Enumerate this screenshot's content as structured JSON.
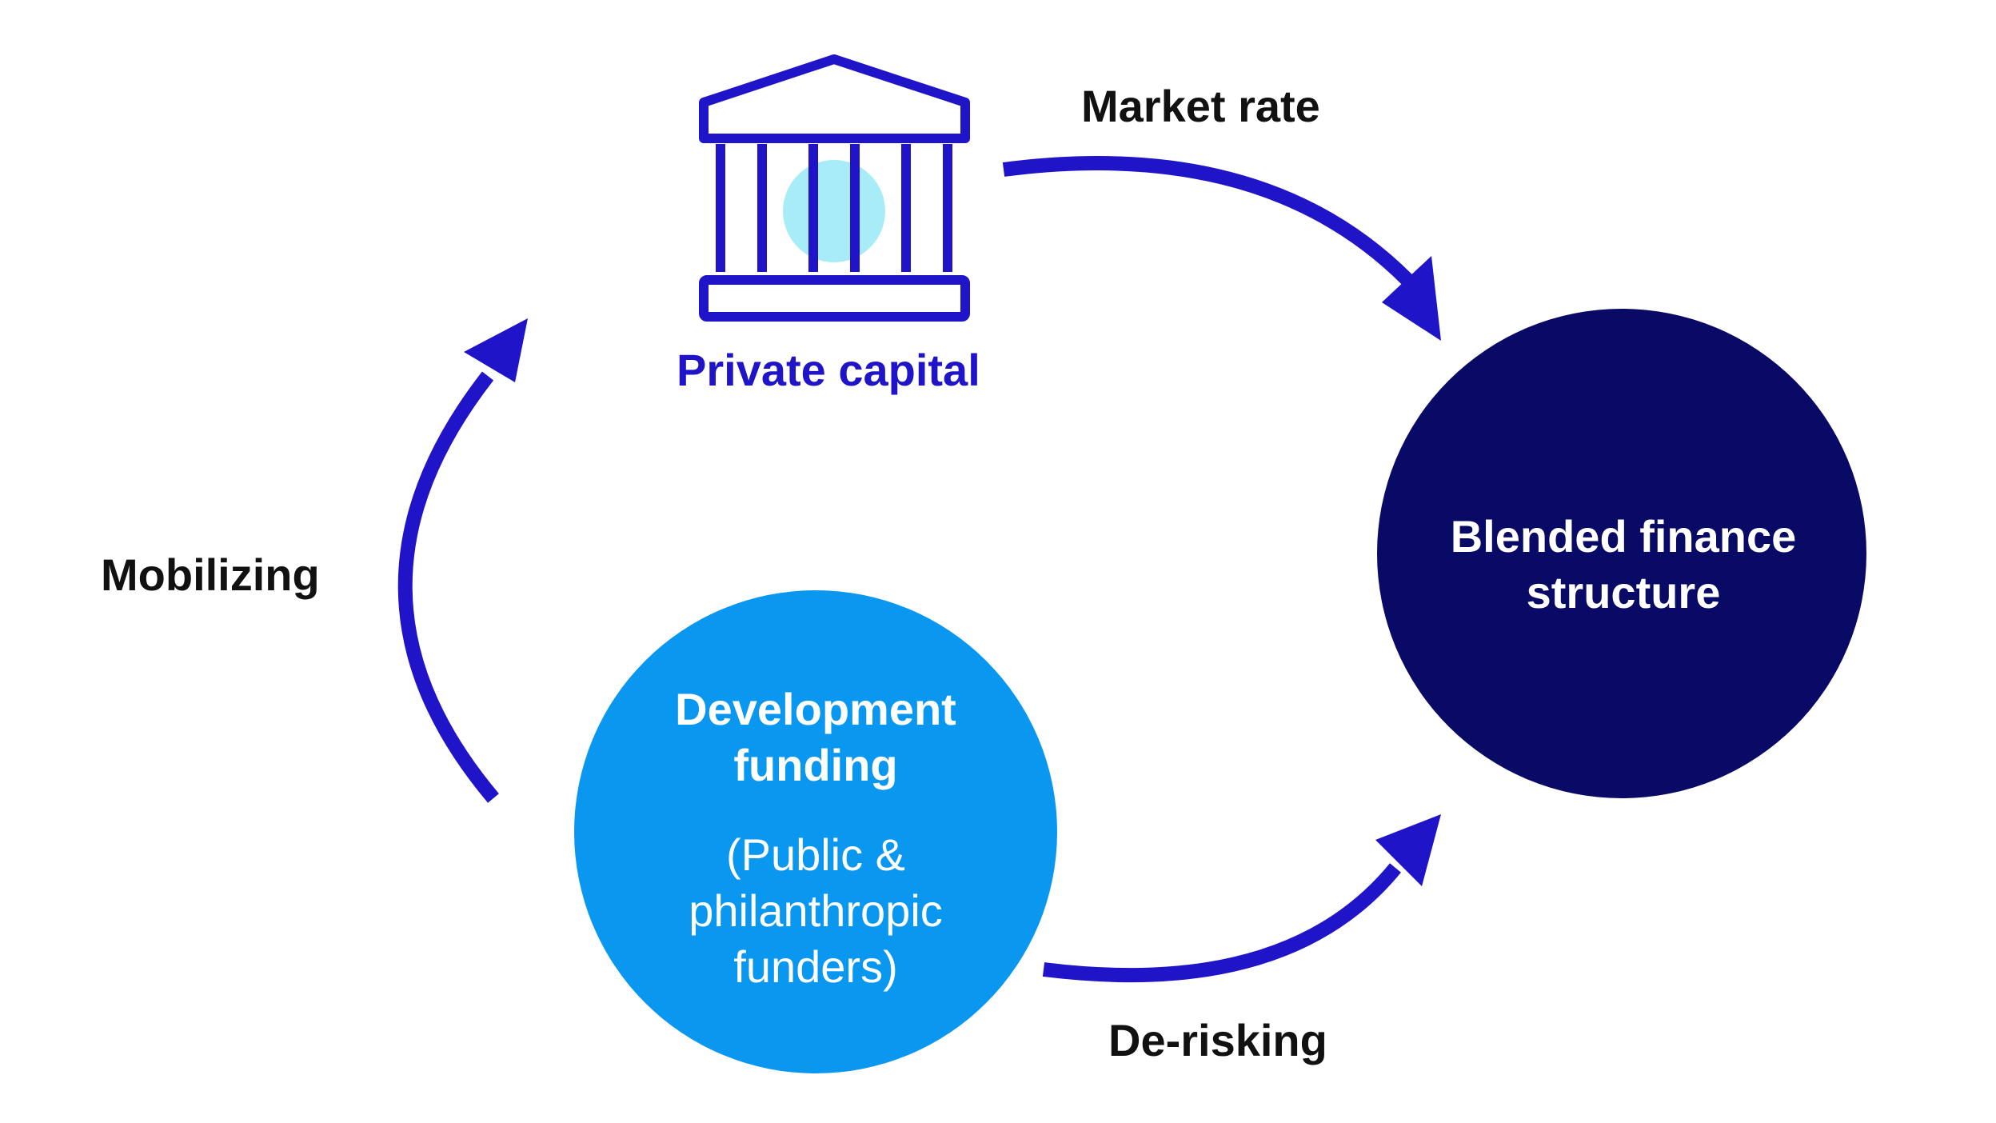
{
  "nodes": {
    "private_capital": {
      "label": "Private capital",
      "icon": "bank-building-icon"
    },
    "blended_finance": {
      "label": "Blended finance\nstructure"
    },
    "development_funding": {
      "title": "Development\nfunding",
      "subtitle": "(Public &\nphilanthropic\nfunders)"
    }
  },
  "edges": {
    "market_rate": {
      "label": "Market rate"
    },
    "mobilizing": {
      "label": "Mobilizing"
    },
    "de_risking": {
      "label": "De-risking"
    }
  },
  "colors": {
    "arrow_blue": "#1f14c7",
    "icon_accent": "#a8ecf7",
    "blended_circle": "#080a66",
    "development_circle": "#0a97f0",
    "label_dark": "#111111"
  }
}
